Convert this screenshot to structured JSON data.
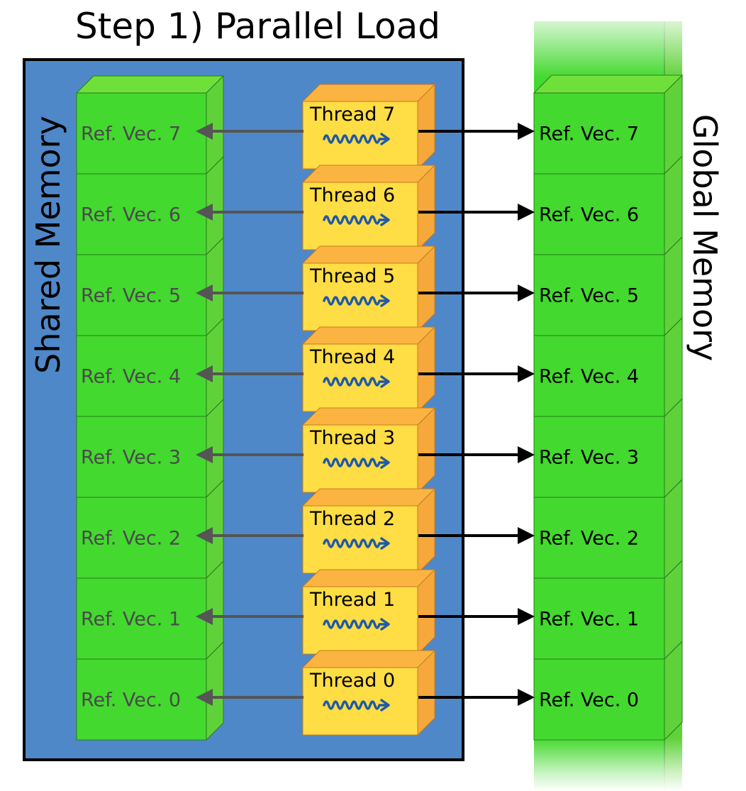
{
  "title": "Step 1) Parallel Load",
  "shared_memory": {
    "label": "Shared Memory",
    "cells": [
      "Ref. Vec. 7",
      "Ref. Vec. 6",
      "Ref. Vec. 5",
      "Ref. Vec. 4",
      "Ref. Vec. 3",
      "Ref. Vec. 2",
      "Ref. Vec. 1",
      "Ref. Vec. 0"
    ]
  },
  "threads": [
    "Thread 7",
    "Thread 6",
    "Thread 5",
    "Thread 4",
    "Thread 3",
    "Thread 2",
    "Thread 1",
    "Thread 0"
  ],
  "global_memory": {
    "label": "Global Memory",
    "cells": [
      "Ref. Vec. 7",
      "Ref. Vec. 6",
      "Ref. Vec. 5",
      "Ref. Vec. 4",
      "Ref. Vec. 3",
      "Ref. Vec. 2",
      "Ref. Vec. 1",
      "Ref. Vec. 0"
    ]
  },
  "colors": {
    "shared_panel": "#4f88c8",
    "cell_front": "#43d92e",
    "cell_side": "#5fd23a",
    "cell_top": "#6fe03a",
    "thread_front": "#ffdd44",
    "thread_side": "#f7a83a",
    "thread_top": "#fbb442",
    "squiggle": "#1f5aa6",
    "arrow_to_shared": "#555555",
    "arrow_to_global": "#000000"
  }
}
